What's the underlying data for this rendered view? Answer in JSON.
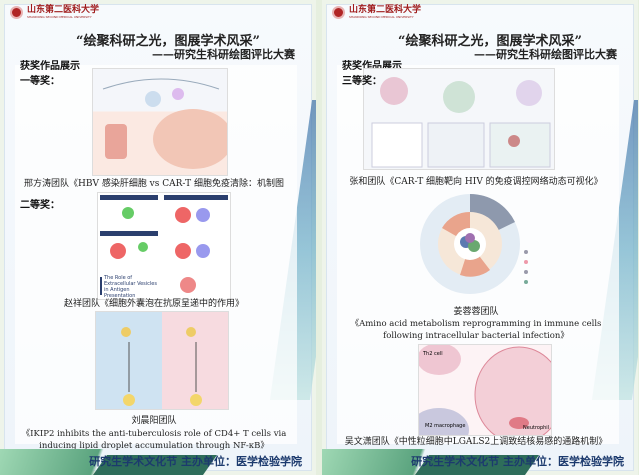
{
  "left_poster": {
    "logo": {
      "name": "山东第二医科大学",
      "sub": "SHANDONG SECOND MEDICAL UNIVERSITY"
    },
    "title": "“绘聚科研之光，图展学术风采”",
    "subtitle": "——研究生科研绘图评比大赛",
    "section": "获奖作品展示",
    "award1": "一等奖：",
    "caption1": "邢方涛团队《HBV 感染肝细胞 vs CAR-T 细胞免疫清除：机制图",
    "award2": "二等奖：",
    "fig2_label": "The Role of Extracellular Vesicles in Antigen Presentation",
    "caption2": "赵祥团队《细胞外囊泡在抗原呈递中的作用》",
    "team3": "刘晨阳团队",
    "caption3_line1": "《IKIP2 inhibits the anti-tuberculosis role of CD4+ T cells via",
    "caption3_line2": "inducing lipid droplet accumulation through NF-κB》",
    "footer": "研究生学术文化节  主办单位：医学检验学院"
  },
  "right_poster": {
    "logo": {
      "name": "山东第二医科大学",
      "sub": "SHANDONG SECOND MEDICAL UNIVERSITY"
    },
    "title": "“绘聚科研之光，图展学术风采”",
    "subtitle": "——研究生科研绘图评比大赛",
    "section": "获奖作品展示",
    "award3": "三等奖：",
    "caption1": "张和团队《CAR-T 细胞靶向 HIV 的免疫调控网络动态可视化》",
    "team2": "姜蓉蓉团队",
    "caption2_line1": "《Amino acid metabolism reprogramming in immune cells",
    "caption2_line2": "following intracellular bacterial infection》",
    "fig3_labels": {
      "th2": "Th2 cell",
      "m2": "M2 macrophage",
      "neutrophil": "Neutrophil"
    },
    "caption3": "吴文潇团队《中性粒细胞中LGALS2上调致结核易感的通路机制》",
    "footer": "研究生学术文化节  主办单位：医学检验学院"
  }
}
